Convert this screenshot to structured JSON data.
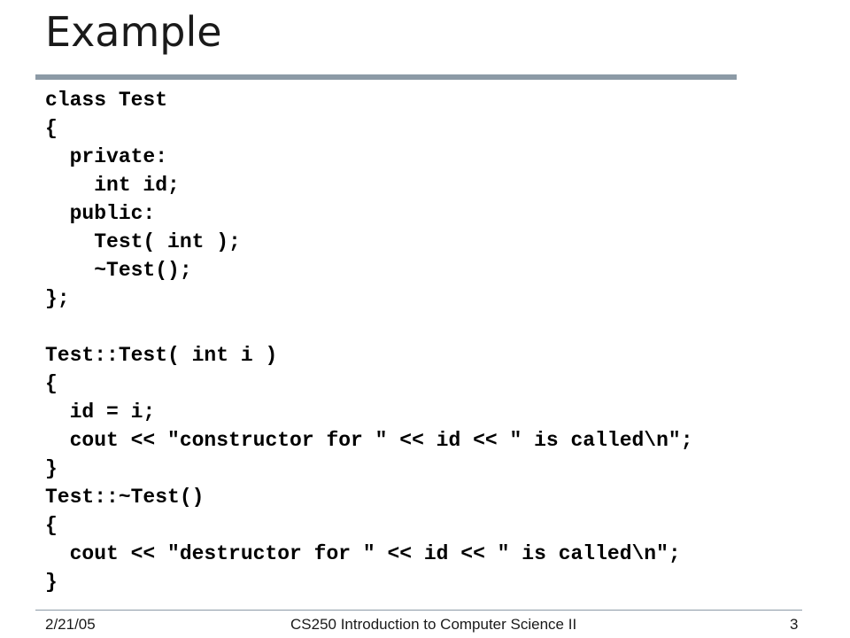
{
  "slide": {
    "title": "Example",
    "code_lines": [
      "class Test",
      "{",
      "  private:",
      "    int id;",
      "  public:",
      "    Test( int );",
      "    ~Test();",
      "};",
      "",
      "Test::Test( int i )",
      "{",
      "  id = i;",
      "  cout << \"constructor for \" << id << \" is called\\n\";",
      "}",
      "Test::~Test()",
      "{",
      "  cout << \"destructor for \" << id << \" is called\\n\";",
      "}"
    ],
    "footer": {
      "date": "2/21/05",
      "course": "CS250 Introduction to Computer Science II",
      "page": "3"
    }
  },
  "colors": {
    "title_rule": "#8c9aa6",
    "footer_rule": "#8c9aa6",
    "text": "#000000"
  }
}
